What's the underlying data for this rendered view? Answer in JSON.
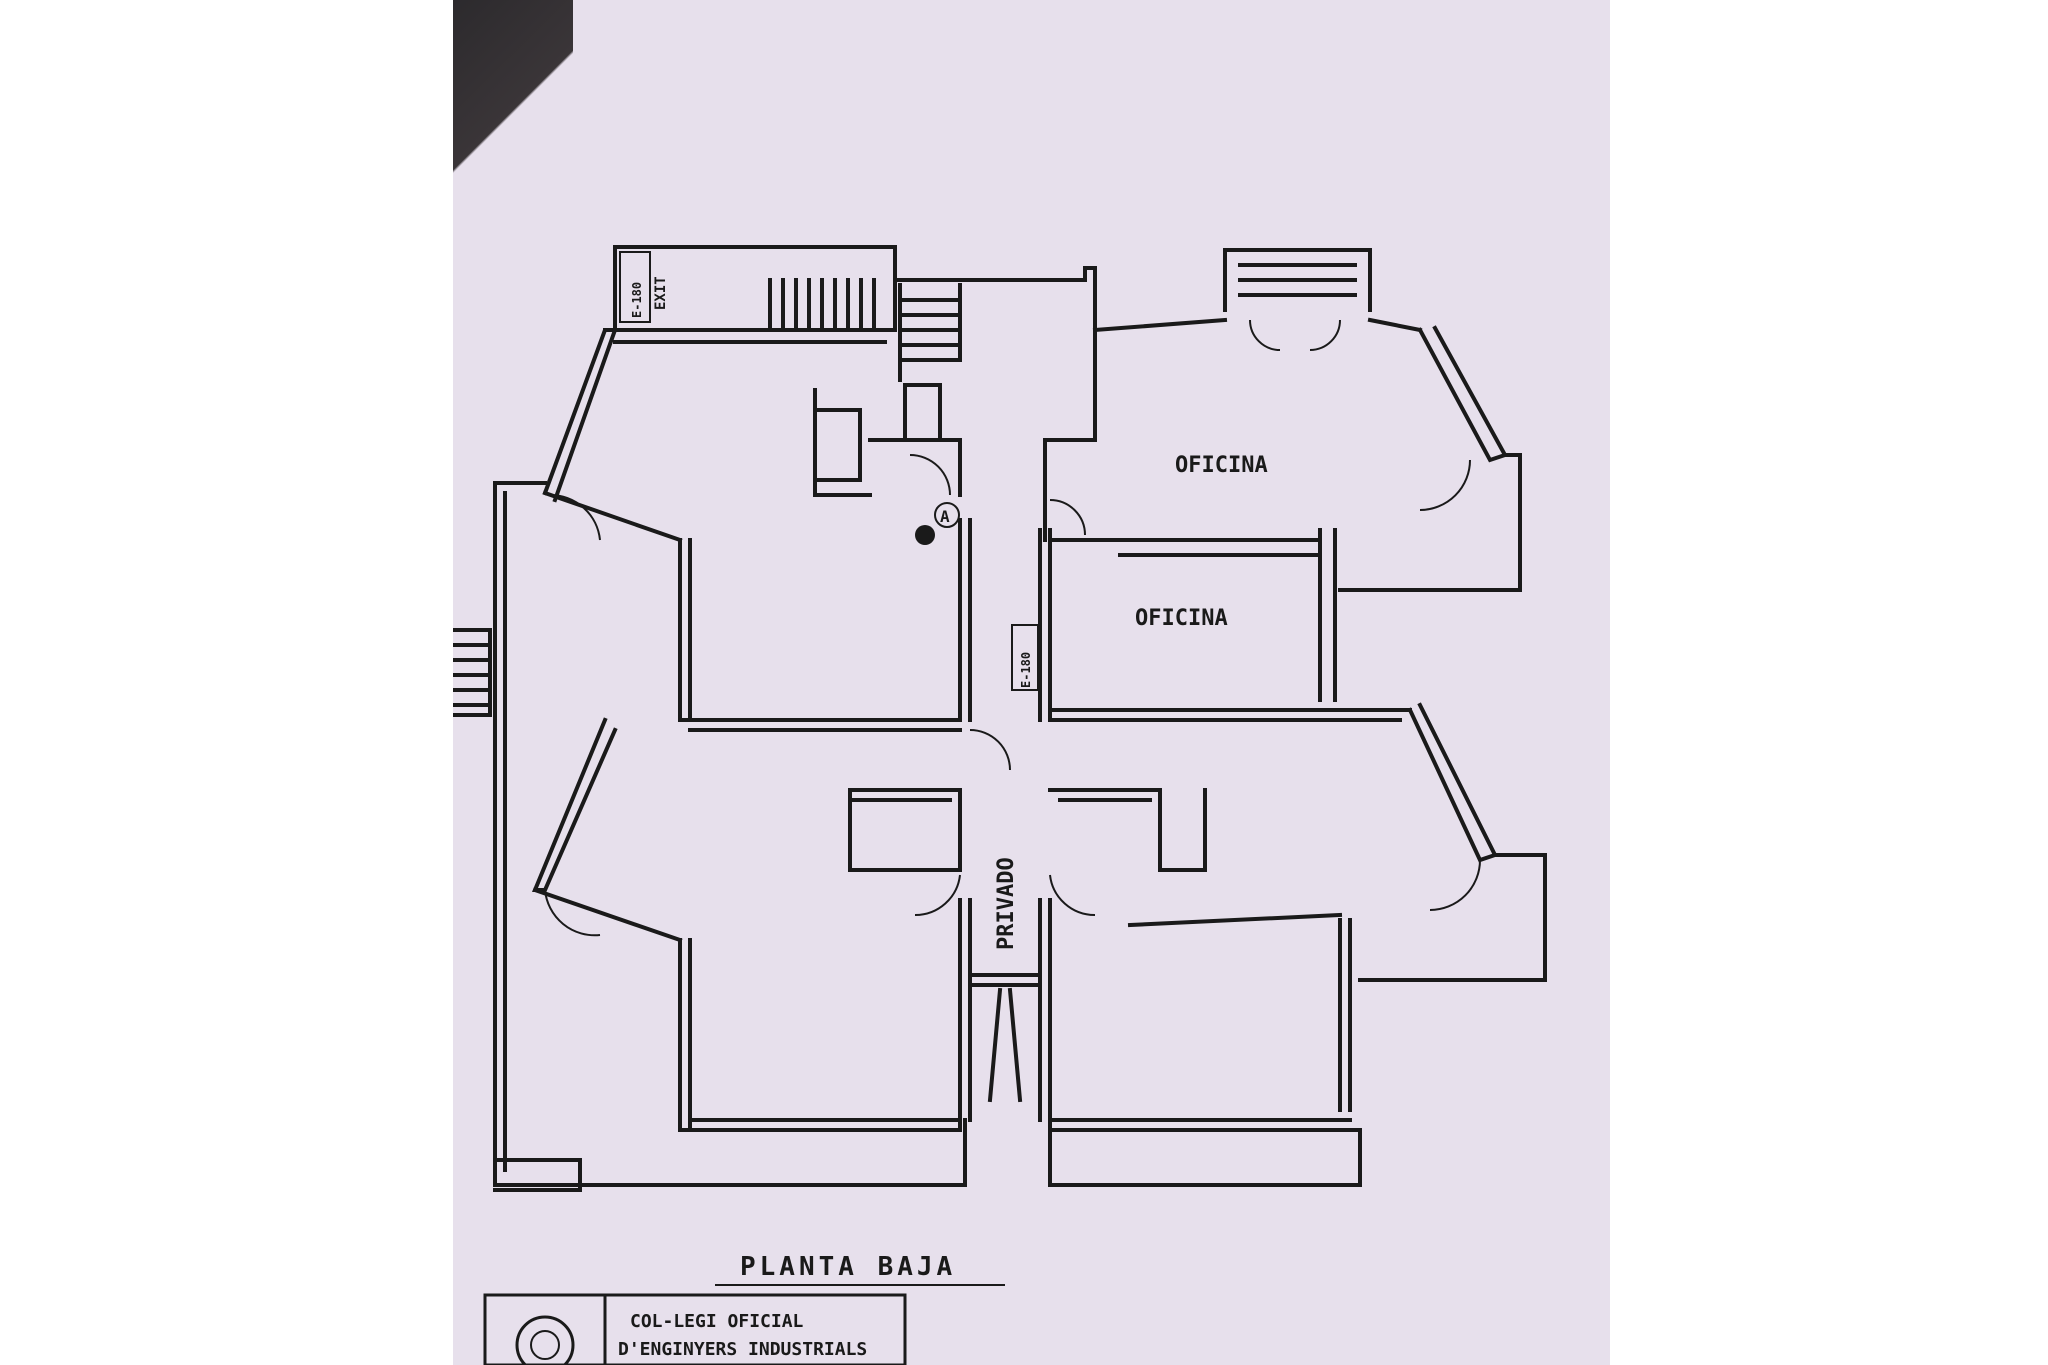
{
  "rooms": {
    "office_top": "OFICINA",
    "office_mid": "OFICINA",
    "corridor": "PRIVADO"
  },
  "signs": {
    "exit_top": "EXIT",
    "exit_code_top": "E-180",
    "exit_code_mid": "E-180",
    "marker": "A"
  },
  "plan_title": "PLANTA BAJA",
  "seal": {
    "line1": "COL-LEGI OFICIAL",
    "line2": "D'ENGINYERS INDUSTRIALS"
  },
  "colors": {
    "paper": "#e7e0ec",
    "ink": "#1a1a1a"
  }
}
